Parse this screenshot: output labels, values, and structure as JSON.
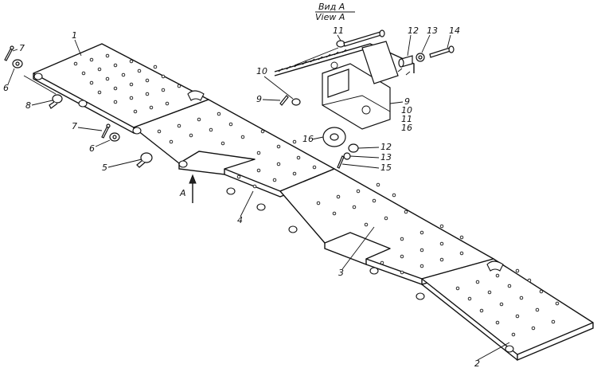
{
  "view": {
    "title_ru": "Вид А",
    "title_en": "View A"
  },
  "arrow_label": "А",
  "callouts": [
    "1",
    "2",
    "3",
    "4",
    "5",
    "6",
    "6",
    "7",
    "7",
    "8",
    "9",
    "9",
    "10",
    "10",
    "11",
    "11",
    "12",
    "12",
    "13",
    "13",
    "14",
    "15",
    "16",
    "16"
  ]
}
